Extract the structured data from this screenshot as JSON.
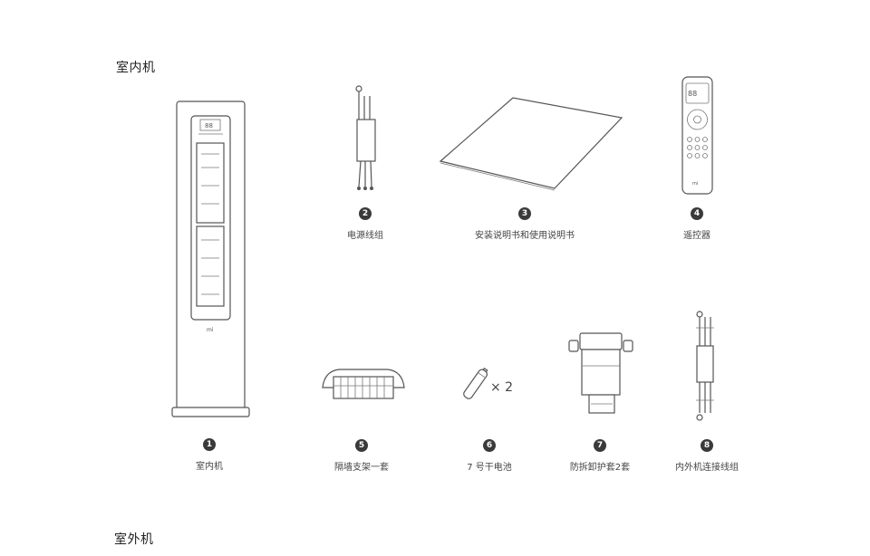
{
  "sections": {
    "indoor": "室内机",
    "outdoor": "室外机"
  },
  "items": [
    {
      "number": "1",
      "label": "室内机"
    },
    {
      "number": "2",
      "label": "电源线组"
    },
    {
      "number": "3",
      "label": "安装说明书和使用说明书"
    },
    {
      "number": "4",
      "label": "遥控器"
    },
    {
      "number": "5",
      "label": "隔墙支架一套"
    },
    {
      "number": "6",
      "label": "7 号干电池"
    },
    {
      "number": "7",
      "label": "防拆卸护套2套"
    },
    {
      "number": "8",
      "label": "内外机连接线组"
    }
  ],
  "battery_quantity": "× 2",
  "display_digits": "88"
}
